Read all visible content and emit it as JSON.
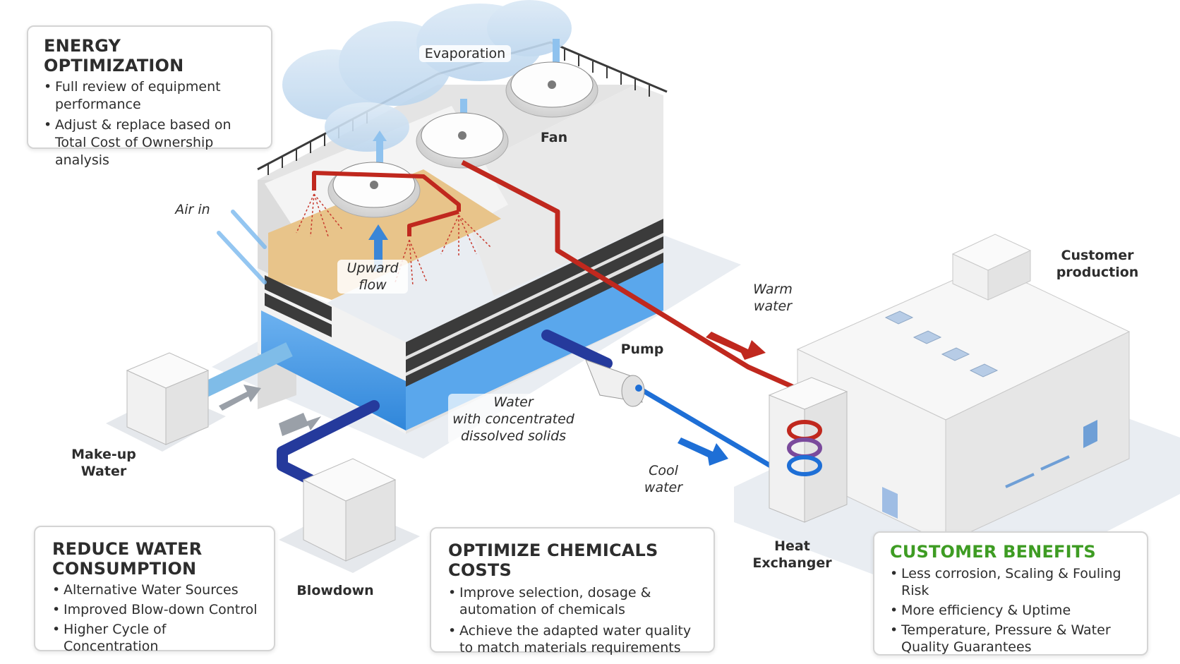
{
  "boxes": {
    "energy": {
      "title": "ENERGY OPTIMIZATION",
      "items": [
        "Full review of equipment performance",
        "Adjust & replace based on Total Cost of Ownership analysis"
      ]
    },
    "water": {
      "title_line1": "REDUCE WATER",
      "title_line2": "CONSUMPTION",
      "items": [
        "Alternative Water Sources",
        "Improved Blow-down Control",
        "Higher Cycle of Concentration"
      ]
    },
    "chemicals": {
      "title": "OPTIMIZE CHEMICALS COSTS",
      "items": [
        "Improve selection, dosage & automation of chemicals",
        "Achieve the adapted water quality to match materials requirements"
      ]
    },
    "benefits": {
      "title": "CUSTOMER BENEFITS",
      "items": [
        "Less corrosion, Scaling & Fouling Risk",
        "More efficiency & Uptime",
        "Temperature, Pressure & Water Quality Guarantees"
      ]
    }
  },
  "labels": {
    "evaporation": "Evaporation",
    "fan": "Fan",
    "air_in": "Air in",
    "upward_flow_1": "Upward",
    "upward_flow_2": "flow",
    "warm_water_1": "Warm",
    "warm_water_2": "water",
    "pump": "Pump",
    "water_solids_1": "Water",
    "water_solids_2": "with concentrated",
    "water_solids_3": "dissolved solids",
    "customer_1": "Customer",
    "customer_2": "production",
    "makeup_1": "Make-up",
    "makeup_2": "Water",
    "blowdown": "Blowdown",
    "cool_water_1": "Cool",
    "cool_water_2": "water",
    "heat_exchanger_1": "Heat",
    "heat_exchanger_2": "Exchanger"
  },
  "colors": {
    "warm_pipe": "#c0281e",
    "cool_pipe": "#1e6fd6",
    "basin_water": "#4a9be6",
    "fill_media": "#e8c48a",
    "benefits_title": "#3e9c23",
    "blowdown_pipe": "#253a9c"
  }
}
